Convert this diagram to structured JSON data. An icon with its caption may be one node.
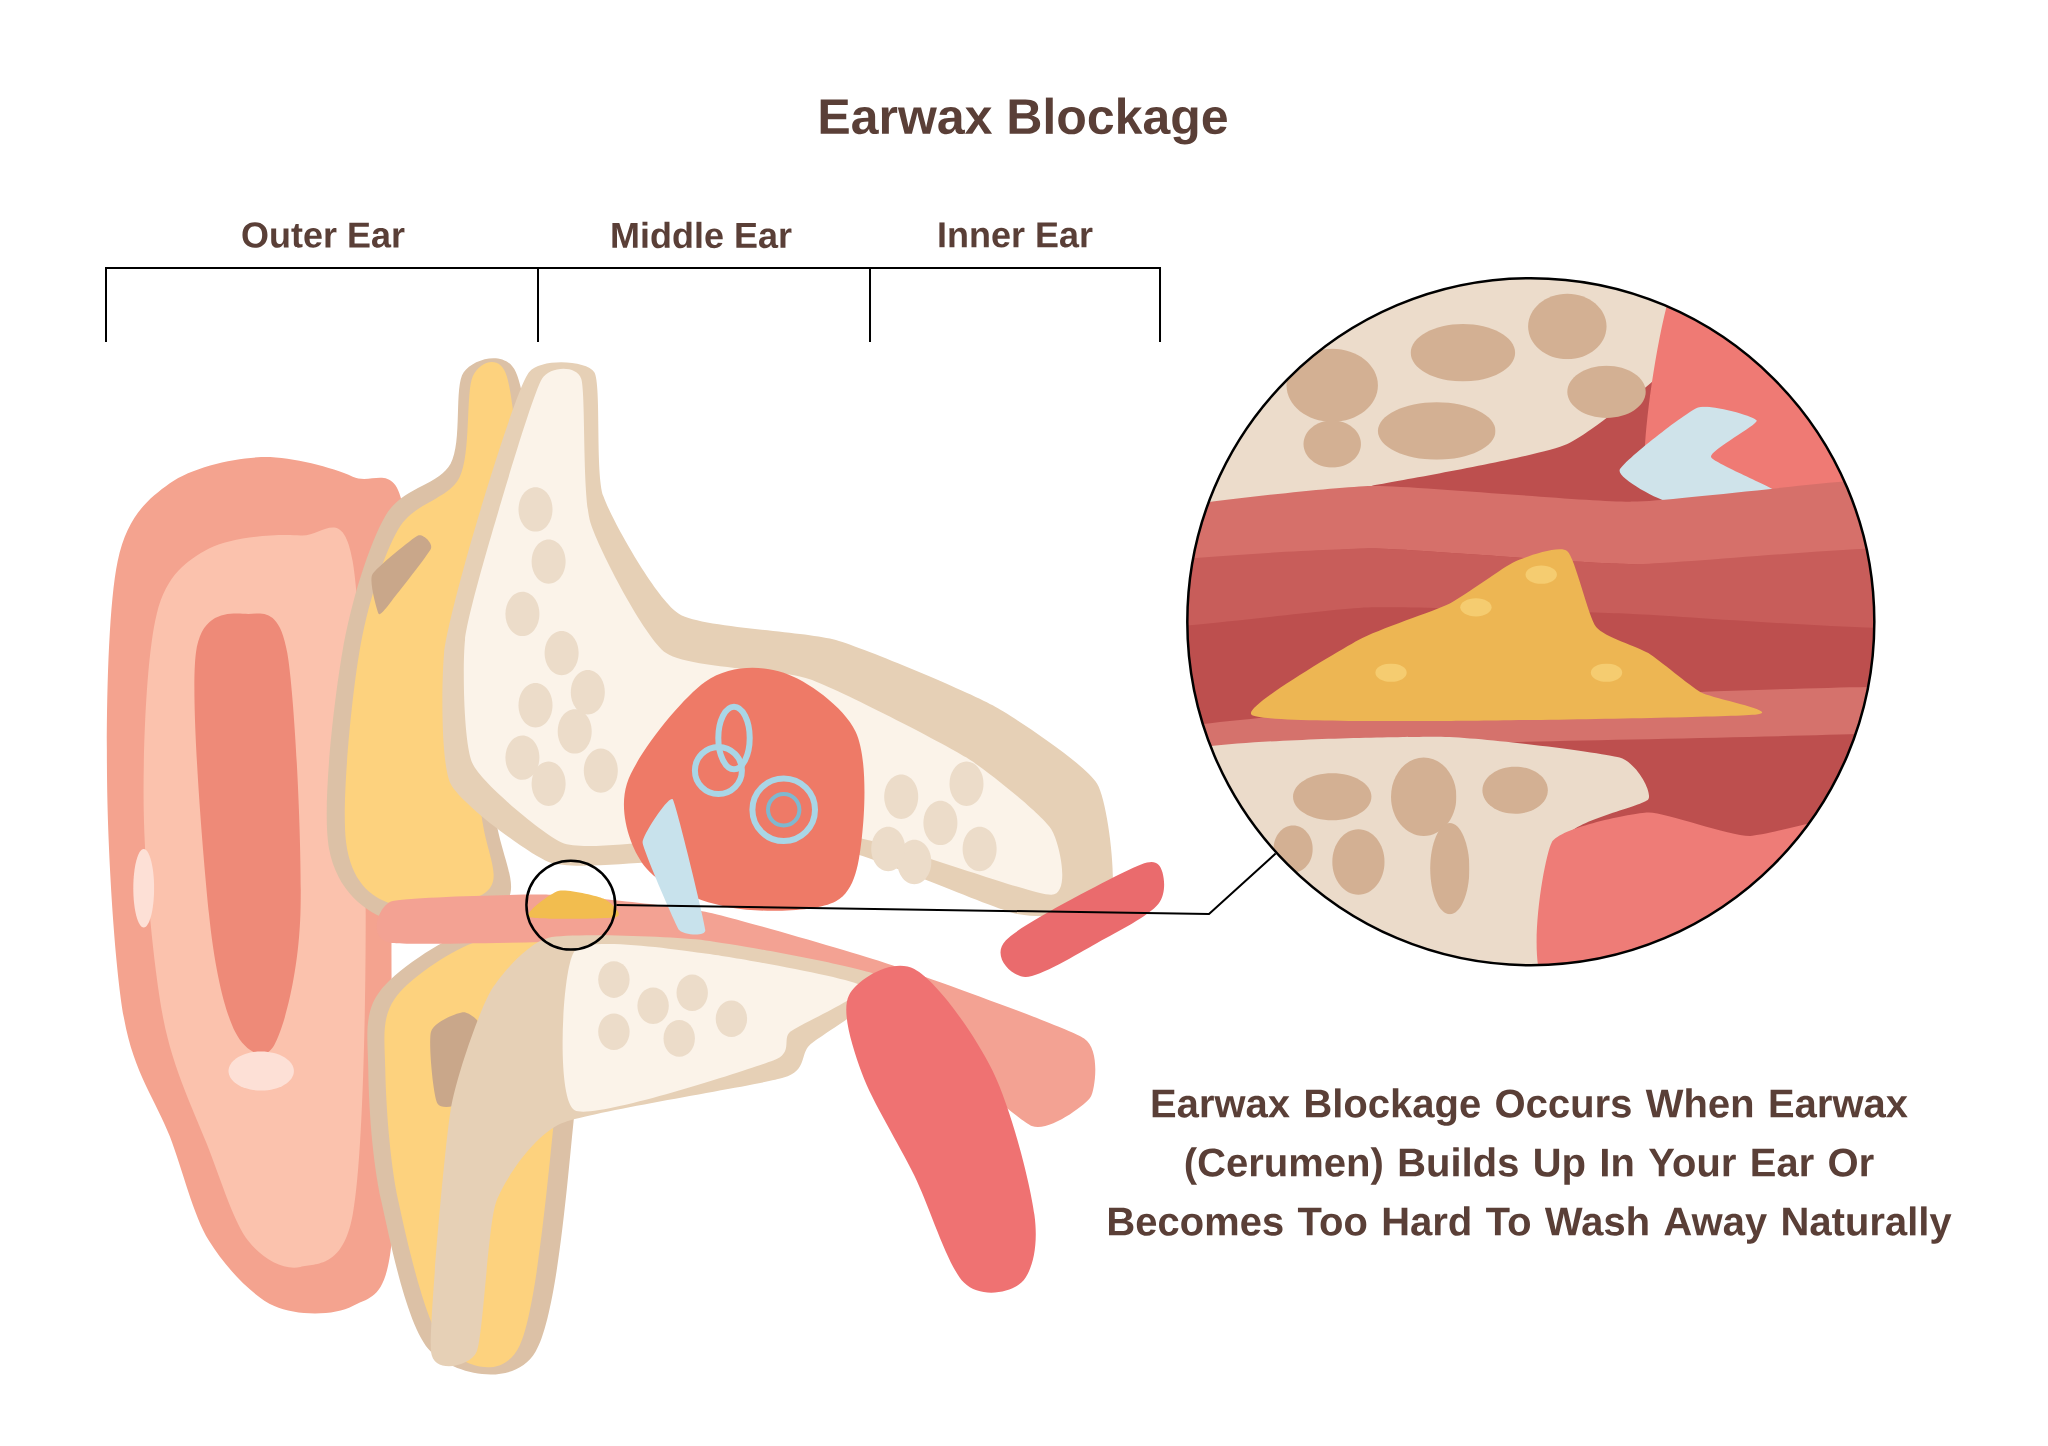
{
  "diagram": {
    "title": "Earwax Blockage",
    "nodes": [
      {
        "text": [],
        "shape": "circle"
      },
      {
        "text": [],
        "shape": "circle"
      }
    ],
    "edges": [
      {
        "from": 0,
        "to": 1,
        "arrow": "none"
      }
    ],
    "labels": [
      "Outer Ear",
      "Middle Ear",
      "Inner Ear",
      "Earwax Blockage Occurs When Earwax (Cerumen) Builds Up In Your Ear Or Becomes Too Hard To Wash Away Naturally"
    ]
  }
}
